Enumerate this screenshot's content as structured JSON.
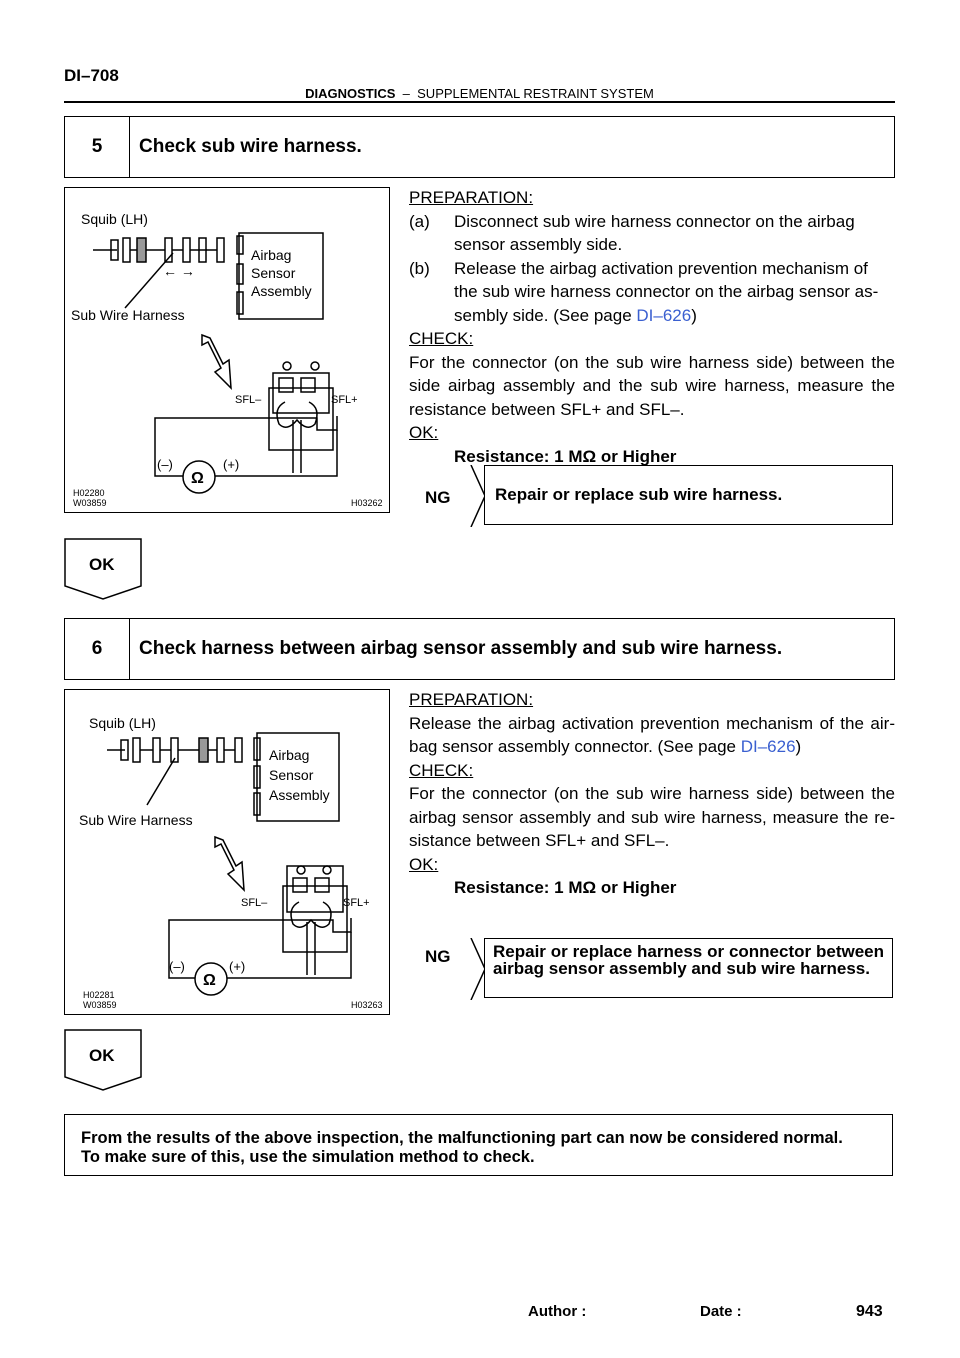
{
  "header": {
    "page_code": "DI–708",
    "section": "DIAGNOSTICS",
    "separator": "–",
    "subsection": "SUPPLEMENTAL RESTRAINT SYSTEM"
  },
  "step5": {
    "number": "5",
    "title": "Check sub wire harness.",
    "figure": {
      "squib_label": "Squib (LH)",
      "arrows": "← →",
      "sensor_label_1": "Airbag",
      "sensor_label_2": "Sensor",
      "sensor_label_3": "Assembly",
      "harness_label": "Sub Wire Harness",
      "sfl_minus": "SFL–",
      "sfl_plus": "SFL+",
      "meter_minus": "(–)",
      "meter_plus": "(+)",
      "ohm_symbol": "Ω",
      "code_left_1": "H02280",
      "code_left_2": "W03859",
      "code_right": "H03262"
    },
    "preparation_heading": "PREPARATION:",
    "prep_a_label": "(a)",
    "prep_a_text": "Disconnect sub wire harness connector on the airbag sensor assembly side.",
    "prep_b_label": "(b)",
    "prep_b_text_1": "Release the airbag activation prevention mechanism of the sub wire harness connector on the airbag sensor as­sembly side. (See page ",
    "prep_b_link": "DI–626",
    "prep_b_text_2": ")",
    "check_heading": "CHECK:",
    "check_text": "For the connector (on the sub wire harness side) between the side airbag assembly and the sub wire harness, measure the resistance between SFL+ and SFL–.",
    "ok_heading": "OK:",
    "ok_spec": "Resistance: 1 MΩ or Higher",
    "ng_label": "NG",
    "ng_action": "Repair or replace sub wire harness.",
    "ok_label": "OK"
  },
  "step6": {
    "number": "6",
    "title": "Check harness between airbag sensor assembly and sub wire harness.",
    "figure": {
      "squib_label": "Squib (LH)",
      "sensor_label_1": "Airbag",
      "sensor_label_2": "Sensor",
      "sensor_label_3": "Assembly",
      "harness_label": "Sub Wire Harness",
      "sfl_minus": "SFL–",
      "sfl_plus": "SFL+",
      "meter_minus": "(–)",
      "meter_plus": "(+)",
      "ohm_symbol": "Ω",
      "code_left_1": "H02281",
      "code_left_2": "W03859",
      "code_right": "H03263"
    },
    "preparation_heading": "PREPARATION:",
    "prep_text_1": "Release the airbag activation prevention mechanism of the air­bag sensor assembly connector. (See page ",
    "prep_link": "DI–626",
    "prep_text_2": ")",
    "check_heading": "CHECK:",
    "check_text": "For the connector (on the sub wire harness side) between the airbag sensor assembly and sub wire harness, measure the re­sistance between SFL+ and SFL–.",
    "ok_heading": "OK:",
    "ok_spec": "Resistance: 1 MΩ or Higher",
    "ng_label": "NG",
    "ng_action": "Repair or replace harness or connector be­tween airbag sensor assembly and sub wire harness.",
    "ok_label": "OK"
  },
  "final": {
    "line1": "From the results of the above inspection, the malfunctioning part can now be considered normal.",
    "line2": "To make sure of this, use the simulation method to check."
  },
  "footer": {
    "author_label": "Author :",
    "date_label": "Date :",
    "page_number": "943"
  },
  "colors": {
    "link": "#3a5fd0",
    "text": "#000000"
  }
}
